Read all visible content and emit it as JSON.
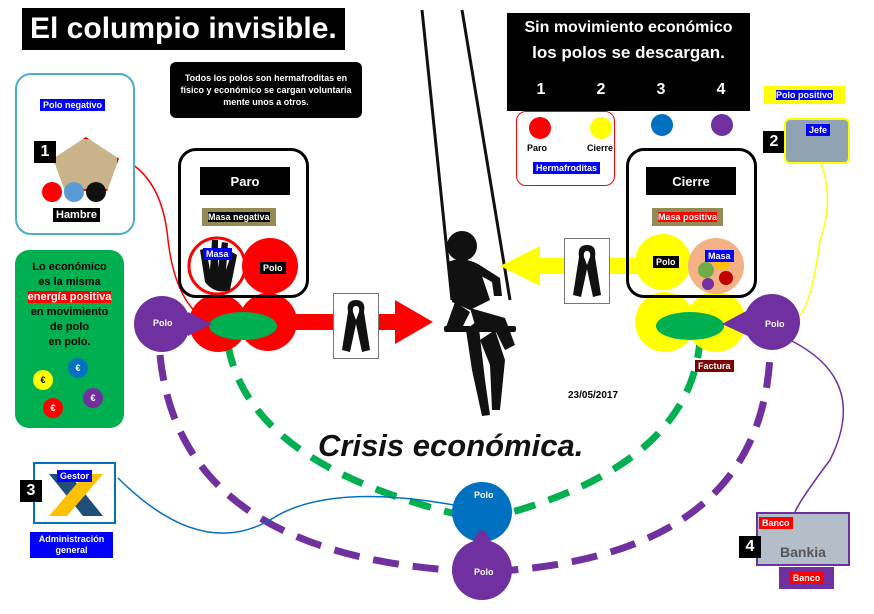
{
  "title": "El columpio invisible.",
  "intro_note": "Todos los polos son hermafroditas en físico y económico se cargan voluntaria mente unos a otros.",
  "top_box": {
    "line1": "Sin movimiento económico",
    "line2": "los polos se descargan.",
    "numbers": [
      "1",
      "2",
      "3",
      "4"
    ]
  },
  "hermafroditas": {
    "paro_label": "Paro",
    "cierre_label": "Cierre",
    "caption": "Hermafroditas",
    "colors": [
      "#ff0000",
      "#ffff00",
      "#0070c0",
      "#7030a0"
    ]
  },
  "polo_negativo": {
    "label_prefix": "Polo",
    "label_suffix": " negativo",
    "number": "1",
    "caption": "Hambre"
  },
  "polo_positivo": {
    "label_prefix": "Polo",
    "label_suffix": " positivo",
    "number": "2",
    "jefe": "Jefe"
  },
  "left_panel": {
    "title": "Paro",
    "subtitle": "Masa negativa",
    "masa": "Masa",
    "polo": "Polo"
  },
  "right_panel": {
    "title": "Cierre",
    "subtitle": "Masa positiva",
    "masa": "Masa",
    "polo": "Polo"
  },
  "energy_box": {
    "line1": "Lo económico",
    "line2": "es la misma",
    "highlight": "energía positiva",
    "line3": "en movimiento",
    "line4": "de polo",
    "line5": "en polo.",
    "coin": "€"
  },
  "nodes": {
    "polo": "Polo",
    "factura": "Factura"
  },
  "gestor": {
    "number": "3",
    "label": "Gestor",
    "caption_line1": "Administración",
    "caption_line2": "general"
  },
  "banco": {
    "number": "4",
    "label": "Banco",
    "caption": "Banco",
    "sign": "Bankia"
  },
  "date": "23/05/2017",
  "crisis": "Crisis económica."
}
